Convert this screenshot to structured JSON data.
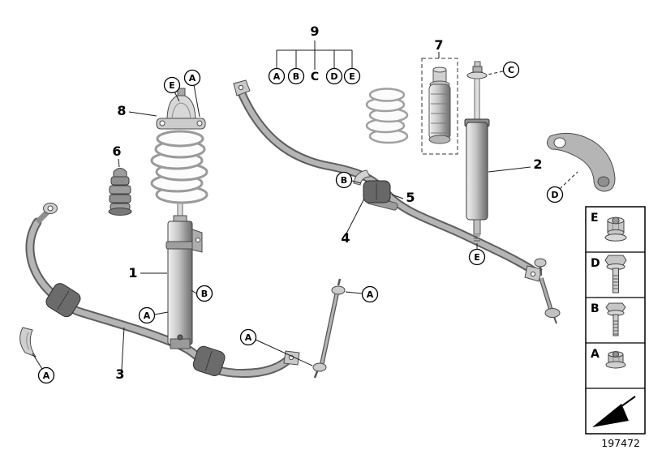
{
  "figure": {
    "doc_number": "197472"
  },
  "group9": {
    "number": "9",
    "a": "A",
    "b": "B",
    "c": "C",
    "d": "D",
    "e": "E"
  },
  "parts": {
    "p1": "1",
    "p2": "2",
    "p3": "3",
    "p4": "4",
    "p5": "5",
    "p6": "6",
    "p7": "7",
    "p8": "8"
  },
  "callouts": {
    "mount_e": "E",
    "mount_a": "A",
    "strut_b": "B",
    "strut_a": "A",
    "rear_bar_b": "B",
    "shock_top_c": "C",
    "shock_bottom_e": "E",
    "arm_d": "D",
    "link_top_a": "A",
    "link_bottom_a": "A",
    "front_bar_a": "A"
  },
  "legend": {
    "row1_letter": "E",
    "row2_letter": "D",
    "row3_letter": "B",
    "row4_letter": "A"
  }
}
